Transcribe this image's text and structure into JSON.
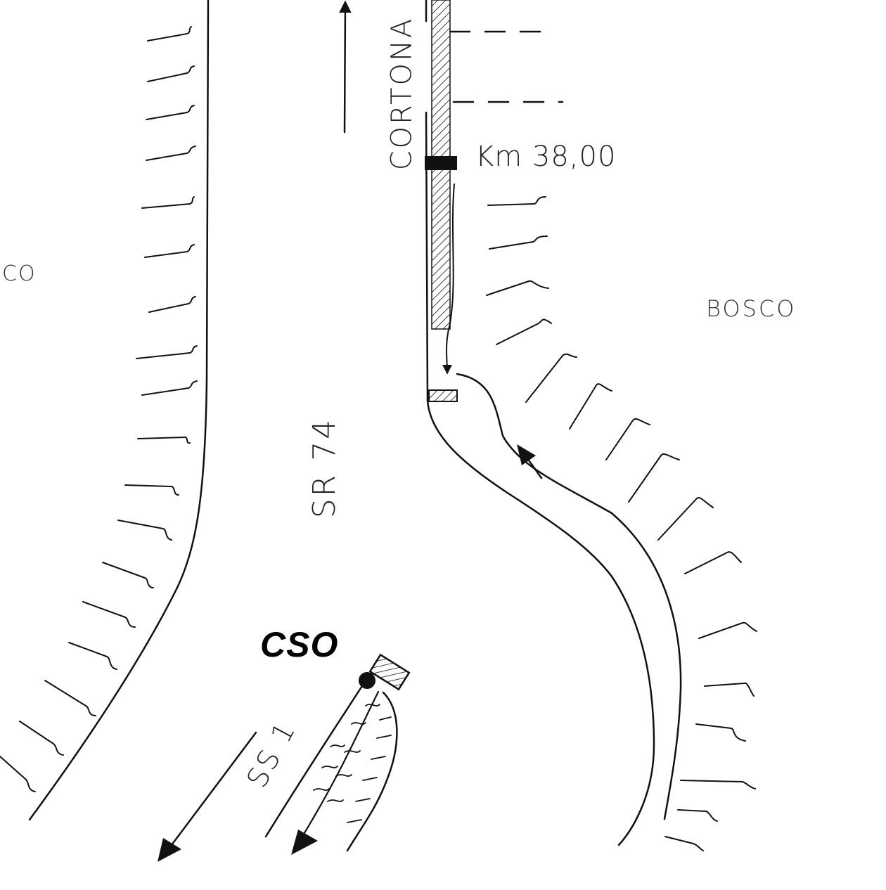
{
  "labels": {
    "bosco_left": "SCO",
    "bosco_right": "BOSCO",
    "km_marker": "Km 38,00",
    "cortona": "CORTONA",
    "road_sr": "SR 74",
    "road_ss": "SS 1",
    "cso": "CSO"
  },
  "colors": {
    "ink": "#111111",
    "paper": "#ffffff"
  }
}
